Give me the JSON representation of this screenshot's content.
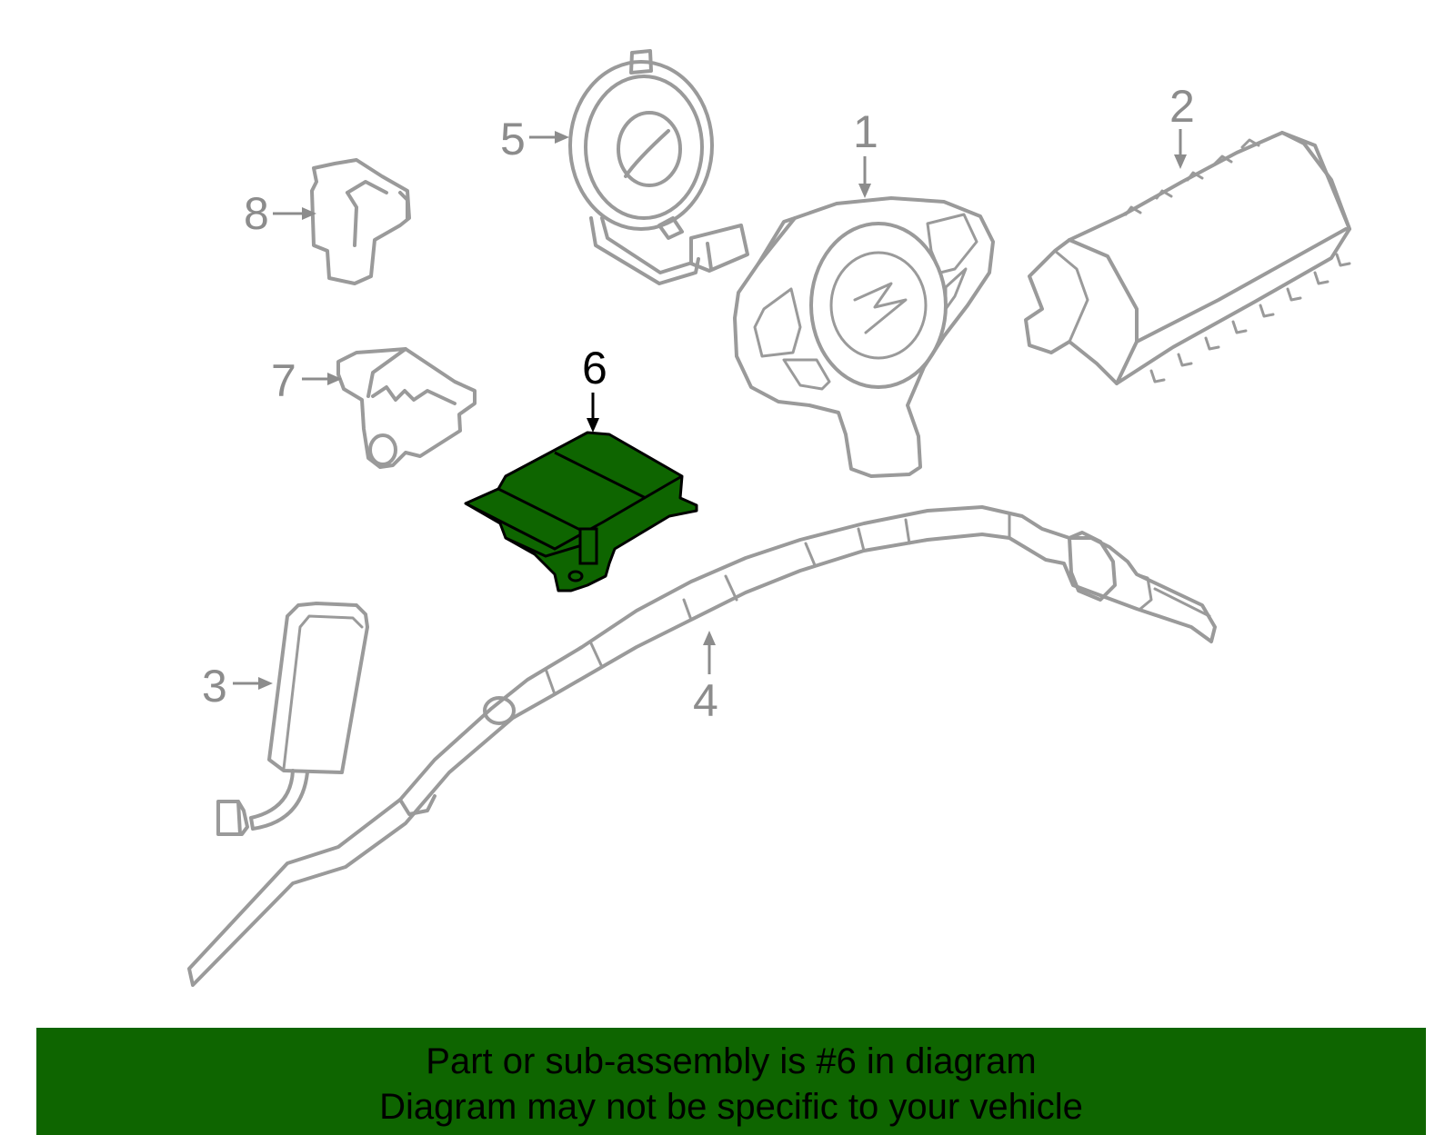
{
  "callouts": {
    "c1": "1",
    "c2": "2",
    "c3": "3",
    "c4": "4",
    "c5": "5",
    "c6": "6",
    "c7": "7",
    "c8": "8"
  },
  "banner": {
    "line1": "Part or sub-assembly is #6 in diagram",
    "line2": "Diagram may not be specific to your vehicle"
  },
  "colors": {
    "highlight_part": "#0e6500",
    "banner_background": "#0e6500",
    "outline_gray": "#9a9a9a"
  }
}
